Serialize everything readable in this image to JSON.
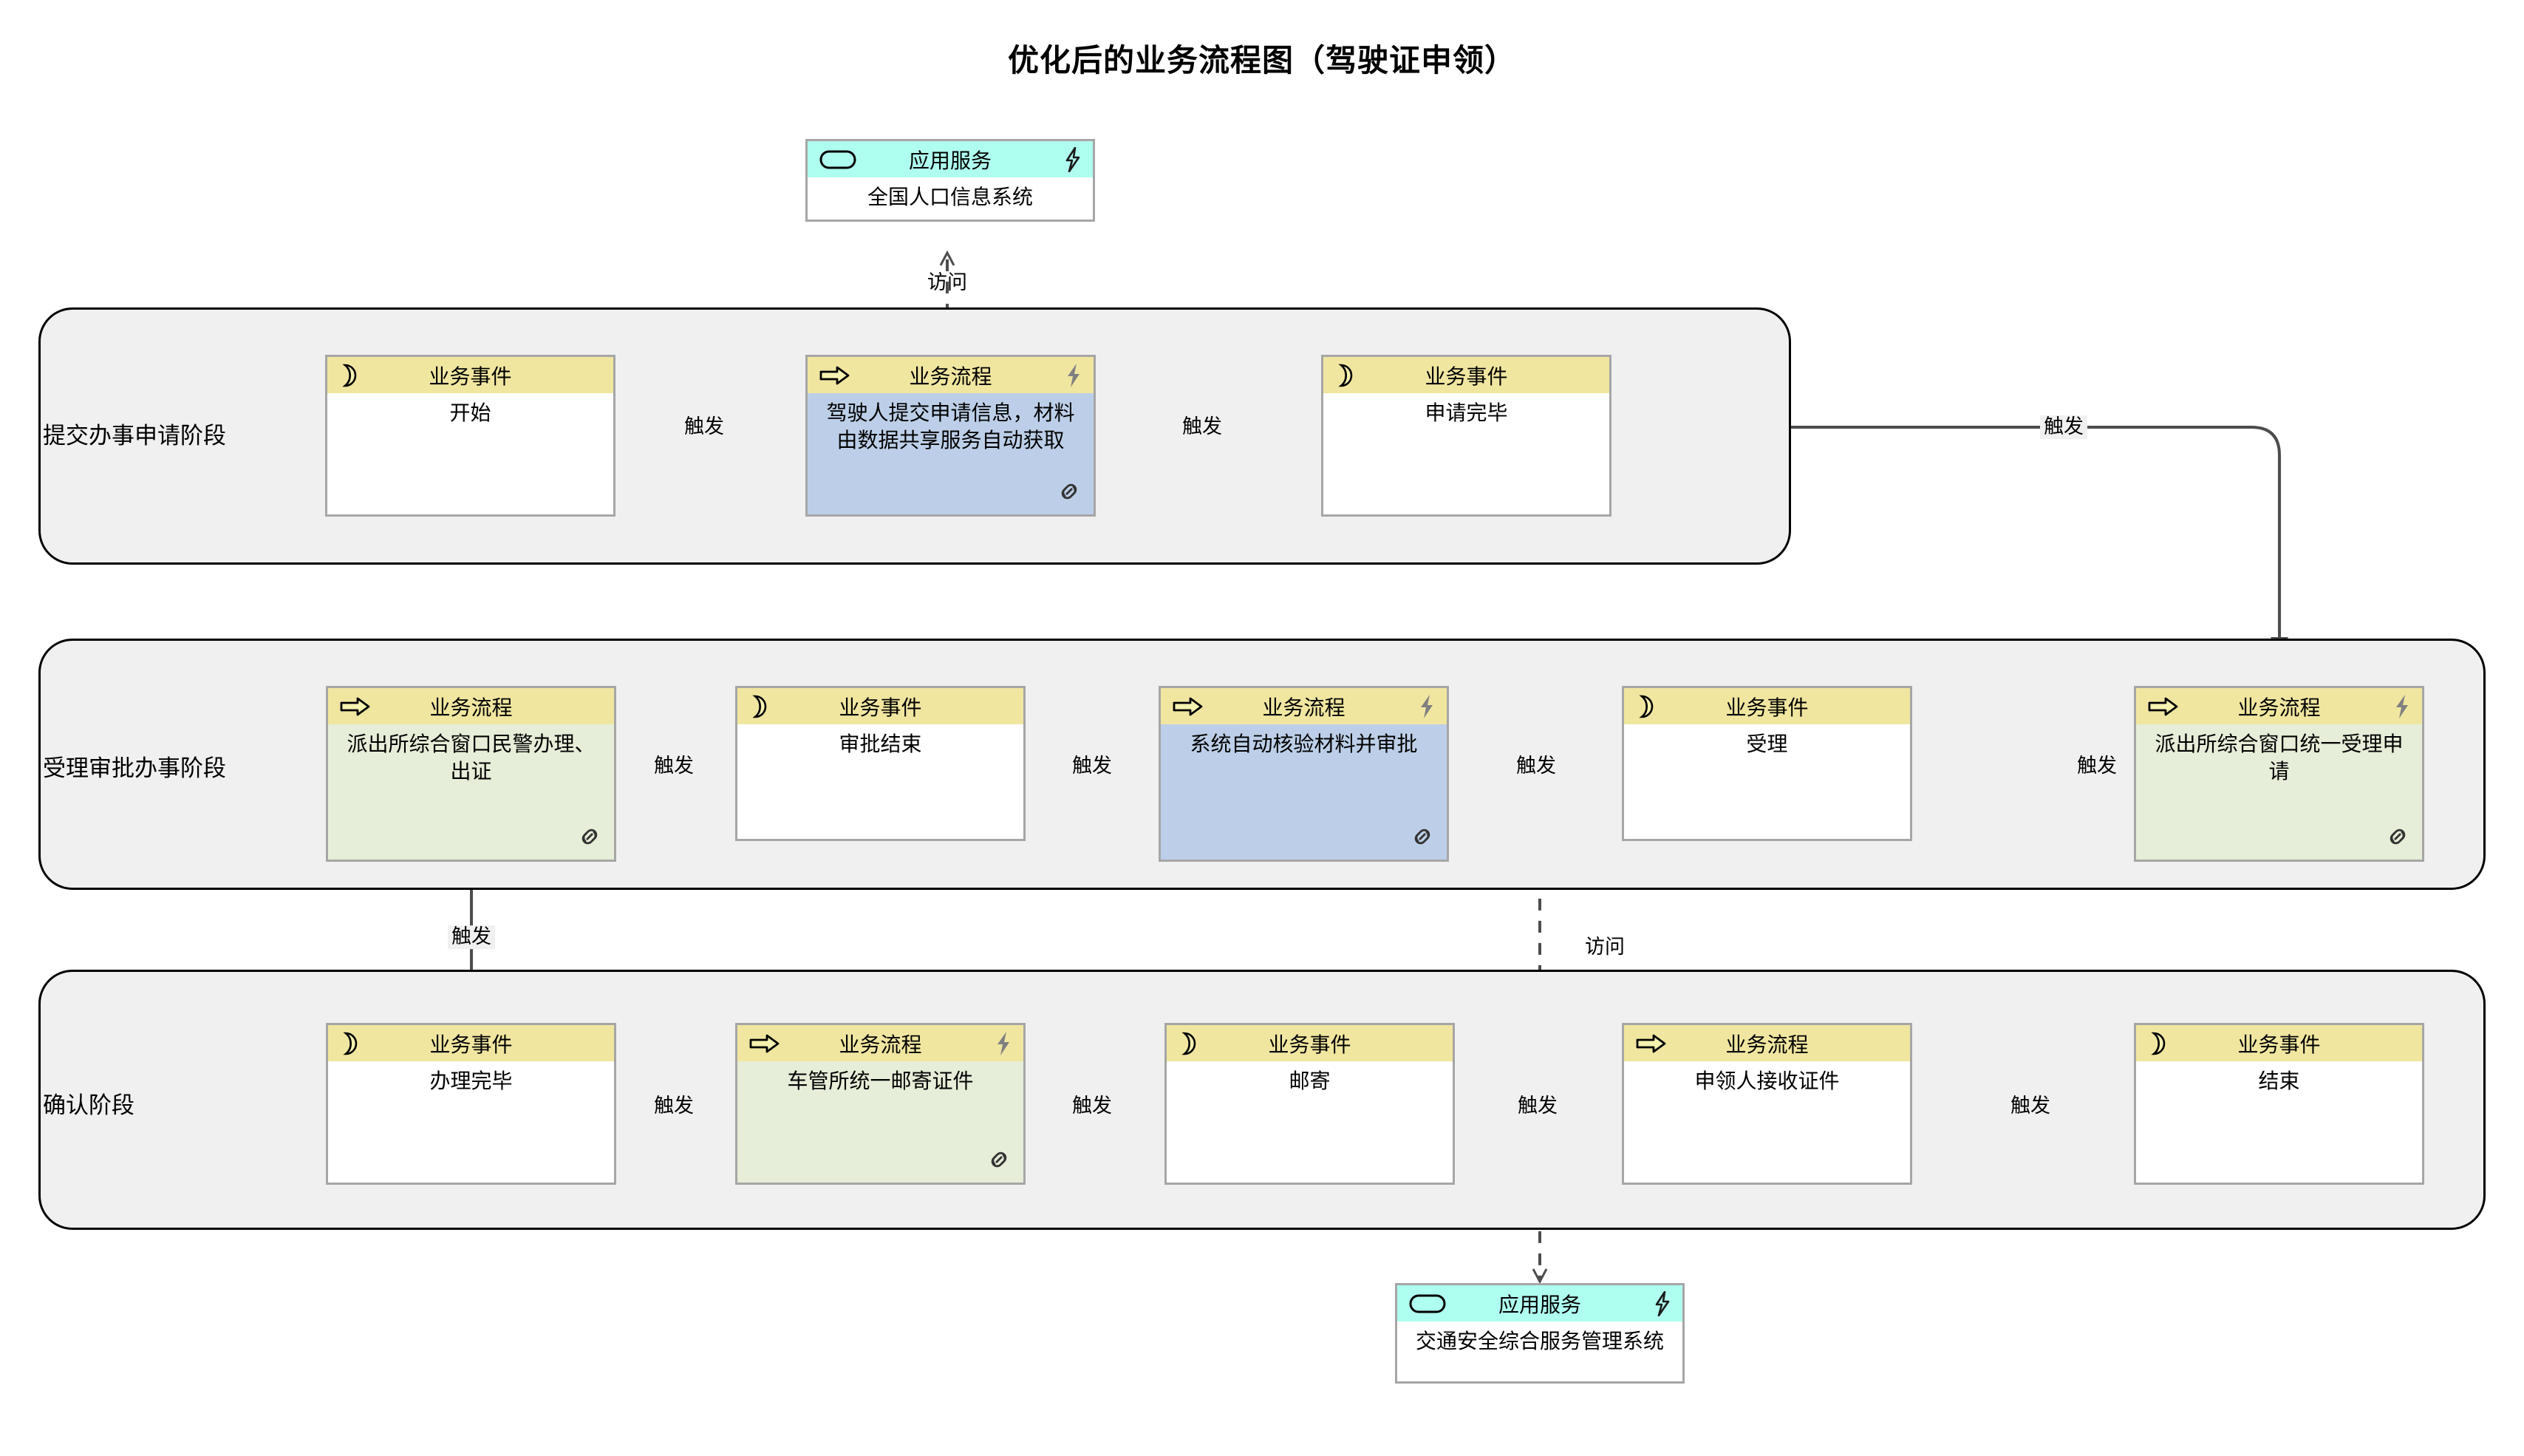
{
  "title": "优化后的业务流程图（驾驶证申领）",
  "colors": {
    "business_header": "#f0e6a0",
    "application_header": "#affff0",
    "process_blue_body": "#bdcfe8",
    "process_green_body": "#e6edd8",
    "node_border": "#a6a6a6",
    "group_background": "#f0f0f0",
    "group_border": "#000000",
    "connector": "#4d4d4d",
    "canvas": "#ffffff"
  },
  "type_labels": {
    "business_event": "业务事件",
    "business_process": "业务流程",
    "application_service": "应用服务"
  },
  "icons": {
    "business_event": "crescent-moon-icon",
    "business_process": "right-arrow-icon",
    "application_service": "rounded-rectangle-icon",
    "automated": "lightning-bolt-icon",
    "linked": "link-chain-icon"
  },
  "edge_labels": {
    "trigger": "触发",
    "access": "访问"
  },
  "phases": [
    {
      "id": "phase-submit",
      "label": "提交办事申请阶段"
    },
    {
      "id": "phase-approve",
      "label": "受理审批办事阶段"
    },
    {
      "id": "phase-confirm",
      "label": "确认阶段"
    }
  ],
  "app_services": [
    {
      "id": "app-population",
      "type_label": "应用服务",
      "name": "全国人口信息系统",
      "has_bolt": true
    },
    {
      "id": "app-traffic",
      "type_label": "应用服务",
      "name": "交通安全综合服务管理系统",
      "has_bolt": true
    }
  ],
  "nodes": {
    "start": {
      "type_label": "业务事件",
      "name": "开始",
      "has_bolt": false,
      "has_link": false,
      "body": "white"
    },
    "submit_info": {
      "type_label": "业务流程",
      "name": "驾驶人提交申请信息，材料由数据共享服务自动获取",
      "has_bolt": true,
      "has_link": true,
      "body": "blue"
    },
    "apply_done": {
      "type_label": "业务事件",
      "name": "申请完毕",
      "has_bolt": false,
      "has_link": false,
      "body": "white"
    },
    "station_accept": {
      "type_label": "业务流程",
      "name": "派出所综合窗口统一受理申请",
      "has_bolt": true,
      "has_link": true,
      "body": "green"
    },
    "accept_event": {
      "type_label": "业务事件",
      "name": "受理",
      "has_bolt": false,
      "has_link": false,
      "body": "white"
    },
    "auto_verify": {
      "type_label": "业务流程",
      "name": "系统自动核验材料并审批",
      "has_bolt": true,
      "has_link": true,
      "body": "blue"
    },
    "approve_done": {
      "type_label": "业务事件",
      "name": "审批结束",
      "has_bolt": false,
      "has_link": false,
      "body": "white"
    },
    "police_issue": {
      "type_label": "业务流程",
      "name": "派出所综合窗口民警办理、出证",
      "has_bolt": false,
      "has_link": true,
      "body": "green"
    },
    "handle_done": {
      "type_label": "业务事件",
      "name": "办理完毕",
      "has_bolt": false,
      "has_link": false,
      "body": "white"
    },
    "mail_process": {
      "type_label": "业务流程",
      "name": "车管所统一邮寄证件",
      "has_bolt": true,
      "has_link": true,
      "body": "green"
    },
    "mail_event": {
      "type_label": "业务事件",
      "name": "邮寄",
      "has_bolt": false,
      "has_link": false,
      "body": "white"
    },
    "receive_process": {
      "type_label": "业务流程",
      "name": "申领人接收证件",
      "has_bolt": false,
      "has_link": false,
      "body": "white"
    },
    "end": {
      "type_label": "业务事件",
      "name": "结束",
      "has_bolt": false,
      "has_link": false,
      "body": "white"
    }
  },
  "connections": [
    {
      "from": "start",
      "to": "submit_info",
      "label": "触发",
      "style": "solid"
    },
    {
      "from": "submit_info",
      "to": "apply_done",
      "label": "触发",
      "style": "solid"
    },
    {
      "from": "submit_info",
      "to": "app-population",
      "label": "访问",
      "style": "dashed"
    },
    {
      "from": "apply_done",
      "to": "station_accept",
      "label": "触发",
      "style": "solid"
    },
    {
      "from": "station_accept",
      "to": "accept_event",
      "label": "触发",
      "style": "solid"
    },
    {
      "from": "accept_event",
      "to": "auto_verify",
      "label": "触发",
      "style": "solid"
    },
    {
      "from": "auto_verify",
      "to": "approve_done",
      "label": "触发",
      "style": "solid"
    },
    {
      "from": "approve_done",
      "to": "police_issue",
      "label": "触发",
      "style": "solid"
    },
    {
      "from": "auto_verify",
      "to": "app-traffic",
      "label": "访问",
      "style": "dashed"
    },
    {
      "from": "police_issue",
      "to": "handle_done",
      "label": "触发",
      "style": "solid"
    },
    {
      "from": "handle_done",
      "to": "mail_process",
      "label": "触发",
      "style": "solid"
    },
    {
      "from": "mail_process",
      "to": "mail_event",
      "label": "触发",
      "style": "solid"
    },
    {
      "from": "mail_event",
      "to": "receive_process",
      "label": "触发",
      "style": "solid"
    },
    {
      "from": "receive_process",
      "to": "end",
      "label": "触发",
      "style": "solid"
    }
  ]
}
